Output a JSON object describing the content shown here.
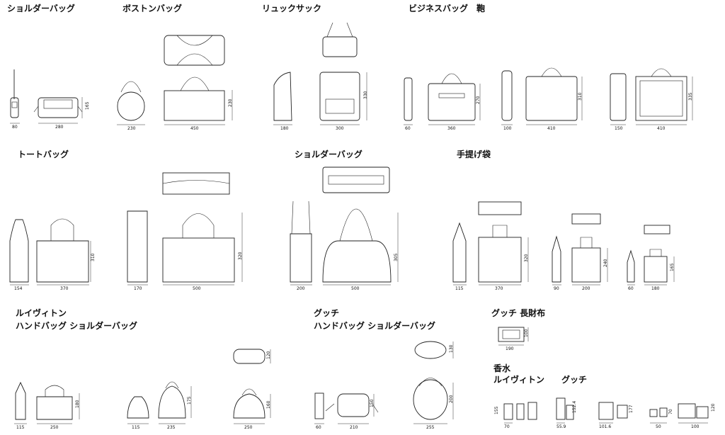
{
  "sections": {
    "shoulder_bag_1": "ショルダーバッグ",
    "boston_bag": "ボストンバッグ",
    "rucksack": "リュックサック",
    "business_bag": "ビジネスバッグ　鞄",
    "tote_bag": "トートバッグ",
    "shoulder_bag_2": "ショルダーバッグ",
    "hand_bag": "手提げ袋",
    "lv_line1": "ルイヴィトン",
    "lv_line2": "ハンドバッグ ショルダーバッグ",
    "gucci_line1": "グッチ",
    "gucci_line2": "ハンドバッグ ショルダーバッグ",
    "gucci_wallet": "グッチ 長財布",
    "perfume": "香水",
    "perfume_brands": "ルイヴィトン　　グッチ"
  },
  "dimensions": {
    "sb1": [
      "80",
      "280",
      "165"
    ],
    "boston": [
      "230",
      "450",
      "230"
    ],
    "ruck": [
      "180",
      "300",
      "330"
    ],
    "biz1": [
      "60",
      "360",
      "270"
    ],
    "biz2": [
      "100",
      "410",
      "310"
    ],
    "biz3": [
      "150",
      "410",
      "335"
    ],
    "tote1": [
      "154",
      "370",
      "310"
    ],
    "tote2": [
      "170",
      "500",
      "320"
    ],
    "sb2": [
      "200",
      "500",
      "305"
    ],
    "hb1": [
      "115",
      "370",
      "320"
    ],
    "hb2": [
      "90",
      "200",
      "240"
    ],
    "hb3": [
      "60",
      "180",
      "165"
    ],
    "lv1": [
      "115",
      "250",
      "180"
    ],
    "lv2": [
      "115",
      "235",
      "175"
    ],
    "lv3": [
      "250",
      "160",
      "120"
    ],
    "g1": [
      "60",
      "210",
      "150"
    ],
    "g2": [
      "255",
      "200",
      "130"
    ],
    "wallet": [
      "190",
      "100"
    ],
    "pf": [
      "70",
      "155",
      "55.9",
      "152.4",
      "101.6",
      "177",
      "50",
      "70",
      "100",
      "120"
    ]
  }
}
